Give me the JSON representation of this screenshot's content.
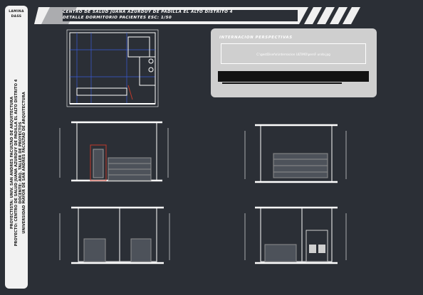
{
  "title_block": {
    "sheet_label_top": "LAMINA",
    "sheet_label_bottom": "DASS",
    "title_line_1": "CENTRO DE SALUD JUANA AZURDUY DE PADILLA EL ALTO DISTRITO 4",
    "title_line_2": "DETALLE DORMITORIO PACIENTES ESC: 1/50",
    "sidebar_lines": [
      "PROYECTO: CENTRO DE SALUD JUANA AZURDUY DE PADILLA EL ALTO DISTRITO 4",
      "PROYECTISTA: UNIV. SAN ANDRES FACULTAD DE ARQUITECTURA",
      "DOCENTE: ARQ. TALLER DE PROYECTOS",
      "UNIVERSIDAD MAYOR DE SAN ANDRES FACULTAD DE ARQUITECTURA"
    ]
  },
  "perspective_panel": {
    "title": "INTERNACION PERSPECTIVAS",
    "image_file": "C:\\gestDiseño\\internacion ULTIMO\\persF undo.jpg"
  },
  "colors": {
    "background": "#2b2f36",
    "linework": "#ffffff",
    "grid_lines": "#3a5bd9",
    "accent_red": "#c0392b",
    "panel": "#cfcfcf"
  }
}
